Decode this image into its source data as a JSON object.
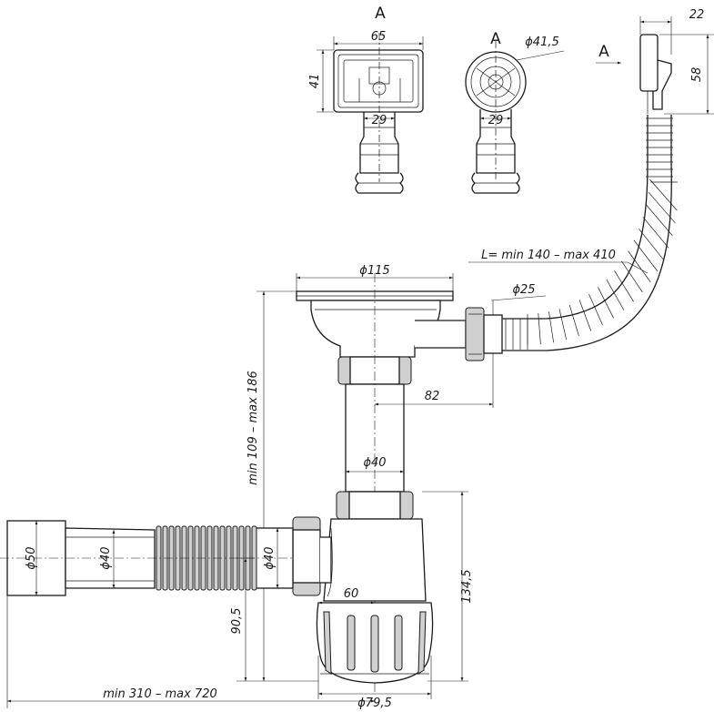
{
  "view_labels": {
    "front_a": "A",
    "side_a": "A",
    "arrow_a": "A"
  },
  "dimensions": {
    "width_22": "22",
    "width_65": "65",
    "height_41": "41",
    "height_58": "58",
    "dia_41_5": "ϕ41,5",
    "w_29_front": "29",
    "w_29_side": "29",
    "hose_length": "L= min 140 – max 410",
    "dia_115": "ϕ115",
    "dia_25": "ϕ25",
    "offset_82": "82",
    "dia_40_pipe": "ϕ40",
    "height_range": "min 109 – max 186",
    "dia_50": "ϕ50",
    "dia_40_corr": "ϕ40",
    "dia_40_outlet": "ϕ40",
    "offset_60": "60",
    "height_134_5": "134,5",
    "height_90_5": "90,5",
    "length_range": "min 310 – max 720",
    "dia_79_5": "ϕ79,5"
  }
}
